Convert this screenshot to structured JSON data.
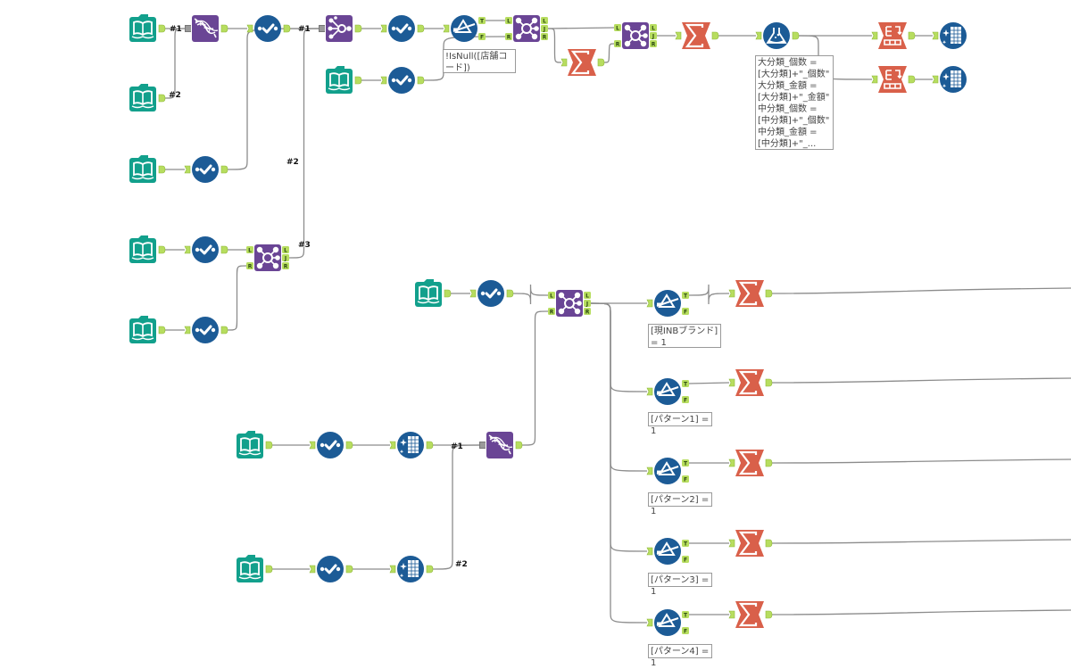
{
  "workflow": {
    "colors": {
      "input": "#12a08c",
      "preparation": "#1c5b96",
      "join": "#6a4595",
      "transform": "#d9604a",
      "anchor": "#b7dd5f",
      "wire": "#8c8c8c"
    },
    "tools": [
      {
        "id": "in1",
        "type": "input",
        "icon": "book-icon"
      },
      {
        "id": "in2",
        "type": "input",
        "icon": "book-icon"
      },
      {
        "id": "union1",
        "type": "union",
        "icon": "dna-icon"
      },
      {
        "id": "sel1",
        "type": "select",
        "icon": "checkmark-icon"
      },
      {
        "id": "in3",
        "type": "input",
        "icon": "book-icon"
      },
      {
        "id": "sel3",
        "type": "select",
        "icon": "checkmark-icon"
      },
      {
        "id": "in4",
        "type": "input",
        "icon": "book-icon"
      },
      {
        "id": "sel4",
        "type": "select",
        "icon": "checkmark-icon"
      },
      {
        "id": "in5",
        "type": "input",
        "icon": "book-icon"
      },
      {
        "id": "sel5",
        "type": "select",
        "icon": "checkmark-icon"
      },
      {
        "id": "join1",
        "type": "join",
        "icon": "join-icon"
      },
      {
        "id": "mjoin",
        "type": "join-multiple",
        "icon": "branch-icon"
      },
      {
        "id": "sel2",
        "type": "select",
        "icon": "checkmark-icon"
      },
      {
        "id": "filt1",
        "type": "filter",
        "icon": "filter-icon"
      },
      {
        "id": "in6",
        "type": "input",
        "icon": "book-icon"
      },
      {
        "id": "sel6",
        "type": "select",
        "icon": "checkmark-icon"
      },
      {
        "id": "join2",
        "type": "join",
        "icon": "join-icon"
      },
      {
        "id": "sum1",
        "type": "summarize",
        "icon": "sigma-icon"
      },
      {
        "id": "join3",
        "type": "join",
        "icon": "join-icon"
      },
      {
        "id": "sum2",
        "type": "summarize",
        "icon": "sigma-icon"
      },
      {
        "id": "form1",
        "type": "formula",
        "icon": "flask-icon"
      },
      {
        "id": "xtab1",
        "type": "cross-tab",
        "icon": "crosstab-icon"
      },
      {
        "id": "xtab2",
        "type": "cross-tab",
        "icon": "crosstab-icon"
      },
      {
        "id": "clean1",
        "type": "data-cleansing",
        "icon": "sparkle-table-icon"
      },
      {
        "id": "clean2",
        "type": "data-cleansing",
        "icon": "sparkle-table-icon"
      },
      {
        "id": "in7",
        "type": "input",
        "icon": "book-icon"
      },
      {
        "id": "sel7",
        "type": "select",
        "icon": "checkmark-icon"
      },
      {
        "id": "join4",
        "type": "join",
        "icon": "join-icon"
      },
      {
        "id": "in8",
        "type": "input",
        "icon": "book-icon"
      },
      {
        "id": "sel8",
        "type": "select",
        "icon": "checkmark-icon"
      },
      {
        "id": "clean3",
        "type": "data-cleansing",
        "icon": "sparkle-table-icon"
      },
      {
        "id": "in9",
        "type": "input",
        "icon": "book-icon"
      },
      {
        "id": "sel9",
        "type": "select",
        "icon": "checkmark-icon"
      },
      {
        "id": "clean4",
        "type": "data-cleansing",
        "icon": "sparkle-table-icon"
      },
      {
        "id": "union2",
        "type": "union",
        "icon": "dna-icon"
      },
      {
        "id": "filt2",
        "type": "filter",
        "icon": "filter-icon"
      },
      {
        "id": "sum3",
        "type": "summarize",
        "icon": "sigma-icon"
      },
      {
        "id": "filt3",
        "type": "filter",
        "icon": "filter-icon"
      },
      {
        "id": "sum4",
        "type": "summarize",
        "icon": "sigma-icon"
      },
      {
        "id": "filt4",
        "type": "filter",
        "icon": "filter-icon"
      },
      {
        "id": "sum5",
        "type": "summarize",
        "icon": "sigma-icon"
      },
      {
        "id": "filt5",
        "type": "filter",
        "icon": "filter-icon"
      },
      {
        "id": "sum6",
        "type": "summarize",
        "icon": "sigma-icon"
      },
      {
        "id": "filt6",
        "type": "filter",
        "icon": "filter-icon"
      },
      {
        "id": "sum7",
        "type": "summarize",
        "icon": "sigma-icon"
      }
    ],
    "anchor_labels": {
      "true": "T",
      "false": "F",
      "left": "L",
      "join": "J",
      "right": "R"
    },
    "connection_labels": {
      "union1_in1": "#1",
      "union1_in2": "#2",
      "mjoin_in1": "#1",
      "mjoin_in2": "#2",
      "mjoin_in3": "#3",
      "union2_in1": "#1",
      "union2_in2": "#2"
    },
    "annotations": {
      "filt1": "!IsNull([店舗コード])",
      "form1": "大分類_個数 = [大分類]+\"_個数\"\n大分類_金額 = [大分類]+\"_金額\"\n中分類_個数 = [中分類]+\"_個数\"\n中分類_金額 = [中分類]+\"_...",
      "filt2": "[現INBブランド] = 1",
      "filt3": "[パターン1] = 1",
      "filt4": "[パターン2] = 1",
      "filt5": "[パターン3] = 1",
      "filt6": "[パターン4] = 1"
    }
  }
}
